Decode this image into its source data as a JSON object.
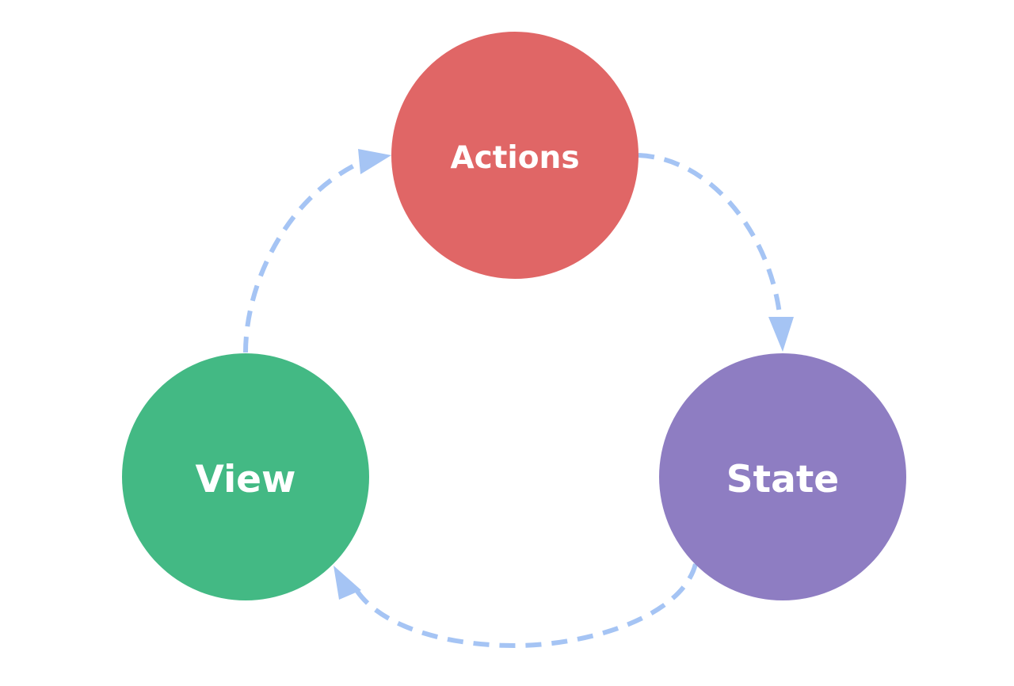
{
  "nodes": {
    "actions": {
      "label": "Actions",
      "color": "#E06666"
    },
    "state": {
      "label": "State",
      "color": "#8E7DC2"
    },
    "view": {
      "label": "View",
      "color": "#43B984"
    }
  },
  "arrow_color": "#A5C4F4",
  "edges": [
    {
      "from": "actions",
      "to": "state"
    },
    {
      "from": "state",
      "to": "view"
    },
    {
      "from": "view",
      "to": "actions"
    }
  ]
}
